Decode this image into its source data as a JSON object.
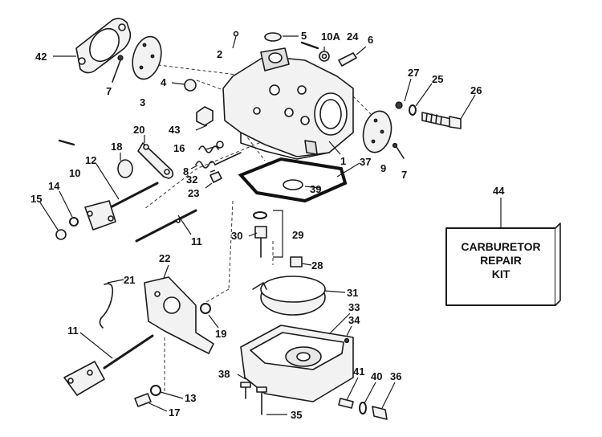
{
  "kit_box": {
    "number": "44",
    "lines": [
      "CARBURETOR",
      "REPAIR",
      "KIT"
    ]
  },
  "callouts": [
    {
      "id": "c42",
      "text": "42"
    },
    {
      "id": "c7a",
      "text": "7"
    },
    {
      "id": "c3",
      "text": "3"
    },
    {
      "id": "c2",
      "text": "2"
    },
    {
      "id": "c5",
      "text": "5"
    },
    {
      "id": "c10a",
      "text": "10A"
    },
    {
      "id": "c24",
      "text": "24"
    },
    {
      "id": "c6",
      "text": "6"
    },
    {
      "id": "c4",
      "text": "4"
    },
    {
      "id": "c27",
      "text": "27"
    },
    {
      "id": "c25",
      "text": "25"
    },
    {
      "id": "c26",
      "text": "26"
    },
    {
      "id": "c43",
      "text": "43"
    },
    {
      "id": "c16",
      "text": "16"
    },
    {
      "id": "c1",
      "text": "1"
    },
    {
      "id": "c9",
      "text": "9"
    },
    {
      "id": "c7b",
      "text": "7"
    },
    {
      "id": "c18",
      "text": "18"
    },
    {
      "id": "c20",
      "text": "20"
    },
    {
      "id": "c8",
      "text": "8"
    },
    {
      "id": "c10",
      "text": "10"
    },
    {
      "id": "c12",
      "text": "12"
    },
    {
      "id": "c32",
      "text": "32"
    },
    {
      "id": "c37",
      "text": "37"
    },
    {
      "id": "c39",
      "text": "39"
    },
    {
      "id": "c23",
      "text": "23"
    },
    {
      "id": "c14",
      "text": "14"
    },
    {
      "id": "c15",
      "text": "15"
    },
    {
      "id": "c11a",
      "text": "11"
    },
    {
      "id": "c30",
      "text": "30"
    },
    {
      "id": "c29",
      "text": "29"
    },
    {
      "id": "c28",
      "text": "28"
    },
    {
      "id": "c22",
      "text": "22"
    },
    {
      "id": "c21",
      "text": "21"
    },
    {
      "id": "c31",
      "text": "31"
    },
    {
      "id": "c33",
      "text": "33"
    },
    {
      "id": "c34",
      "text": "34"
    },
    {
      "id": "c19",
      "text": "19"
    },
    {
      "id": "c11b",
      "text": "11"
    },
    {
      "id": "c38",
      "text": "38"
    },
    {
      "id": "c41",
      "text": "41"
    },
    {
      "id": "c40",
      "text": "40"
    },
    {
      "id": "c36",
      "text": "36"
    },
    {
      "id": "c13",
      "text": "13"
    },
    {
      "id": "c17",
      "text": "17"
    },
    {
      "id": "c35",
      "text": "35"
    }
  ]
}
